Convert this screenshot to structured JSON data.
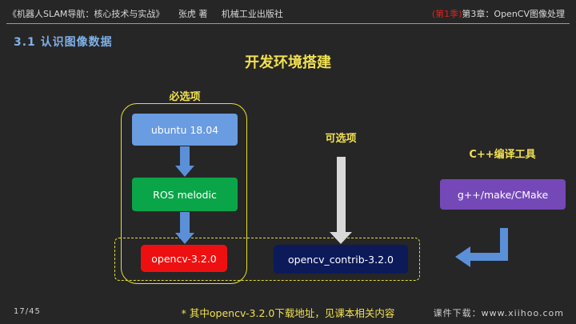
{
  "header": {
    "book_title": "《机器人SLAM导航：核心技术与实战》",
    "author": "张虎 著",
    "publisher": "机械工业出版社",
    "season": "(第1季)",
    "chapter": "第3章：OpenCV图像处理"
  },
  "section_title": "3.1 认识图像数据",
  "main_title": "开发环境搭建",
  "diagram": {
    "required_label": "必选项",
    "optional_label": "可选项",
    "compiler_label": "C++编译工具",
    "nodes": {
      "ubuntu": "ubuntu 18.04",
      "ros": "ROS melodic",
      "opencv": "opencv-3.2.0",
      "opencv_contrib": "opencv_contrib-3.2.0",
      "compiler": "g++/make/CMake"
    },
    "colors": {
      "ubuntu": "#6a9ce2",
      "ros": "#0aa548",
      "opencv": "#ee1010",
      "opencv_contrib": "#0c1a5a",
      "compiler": "#7548b8",
      "frame": "#e8e030",
      "arrow_blue": "#5b8fd8",
      "arrow_gray": "#d9d9d9"
    }
  },
  "footer": {
    "page": "17/45",
    "note": "* 其中opencv-3.2.0下载地址，见课本相关内容",
    "download": "课件下载：www.xiihoo.com"
  }
}
